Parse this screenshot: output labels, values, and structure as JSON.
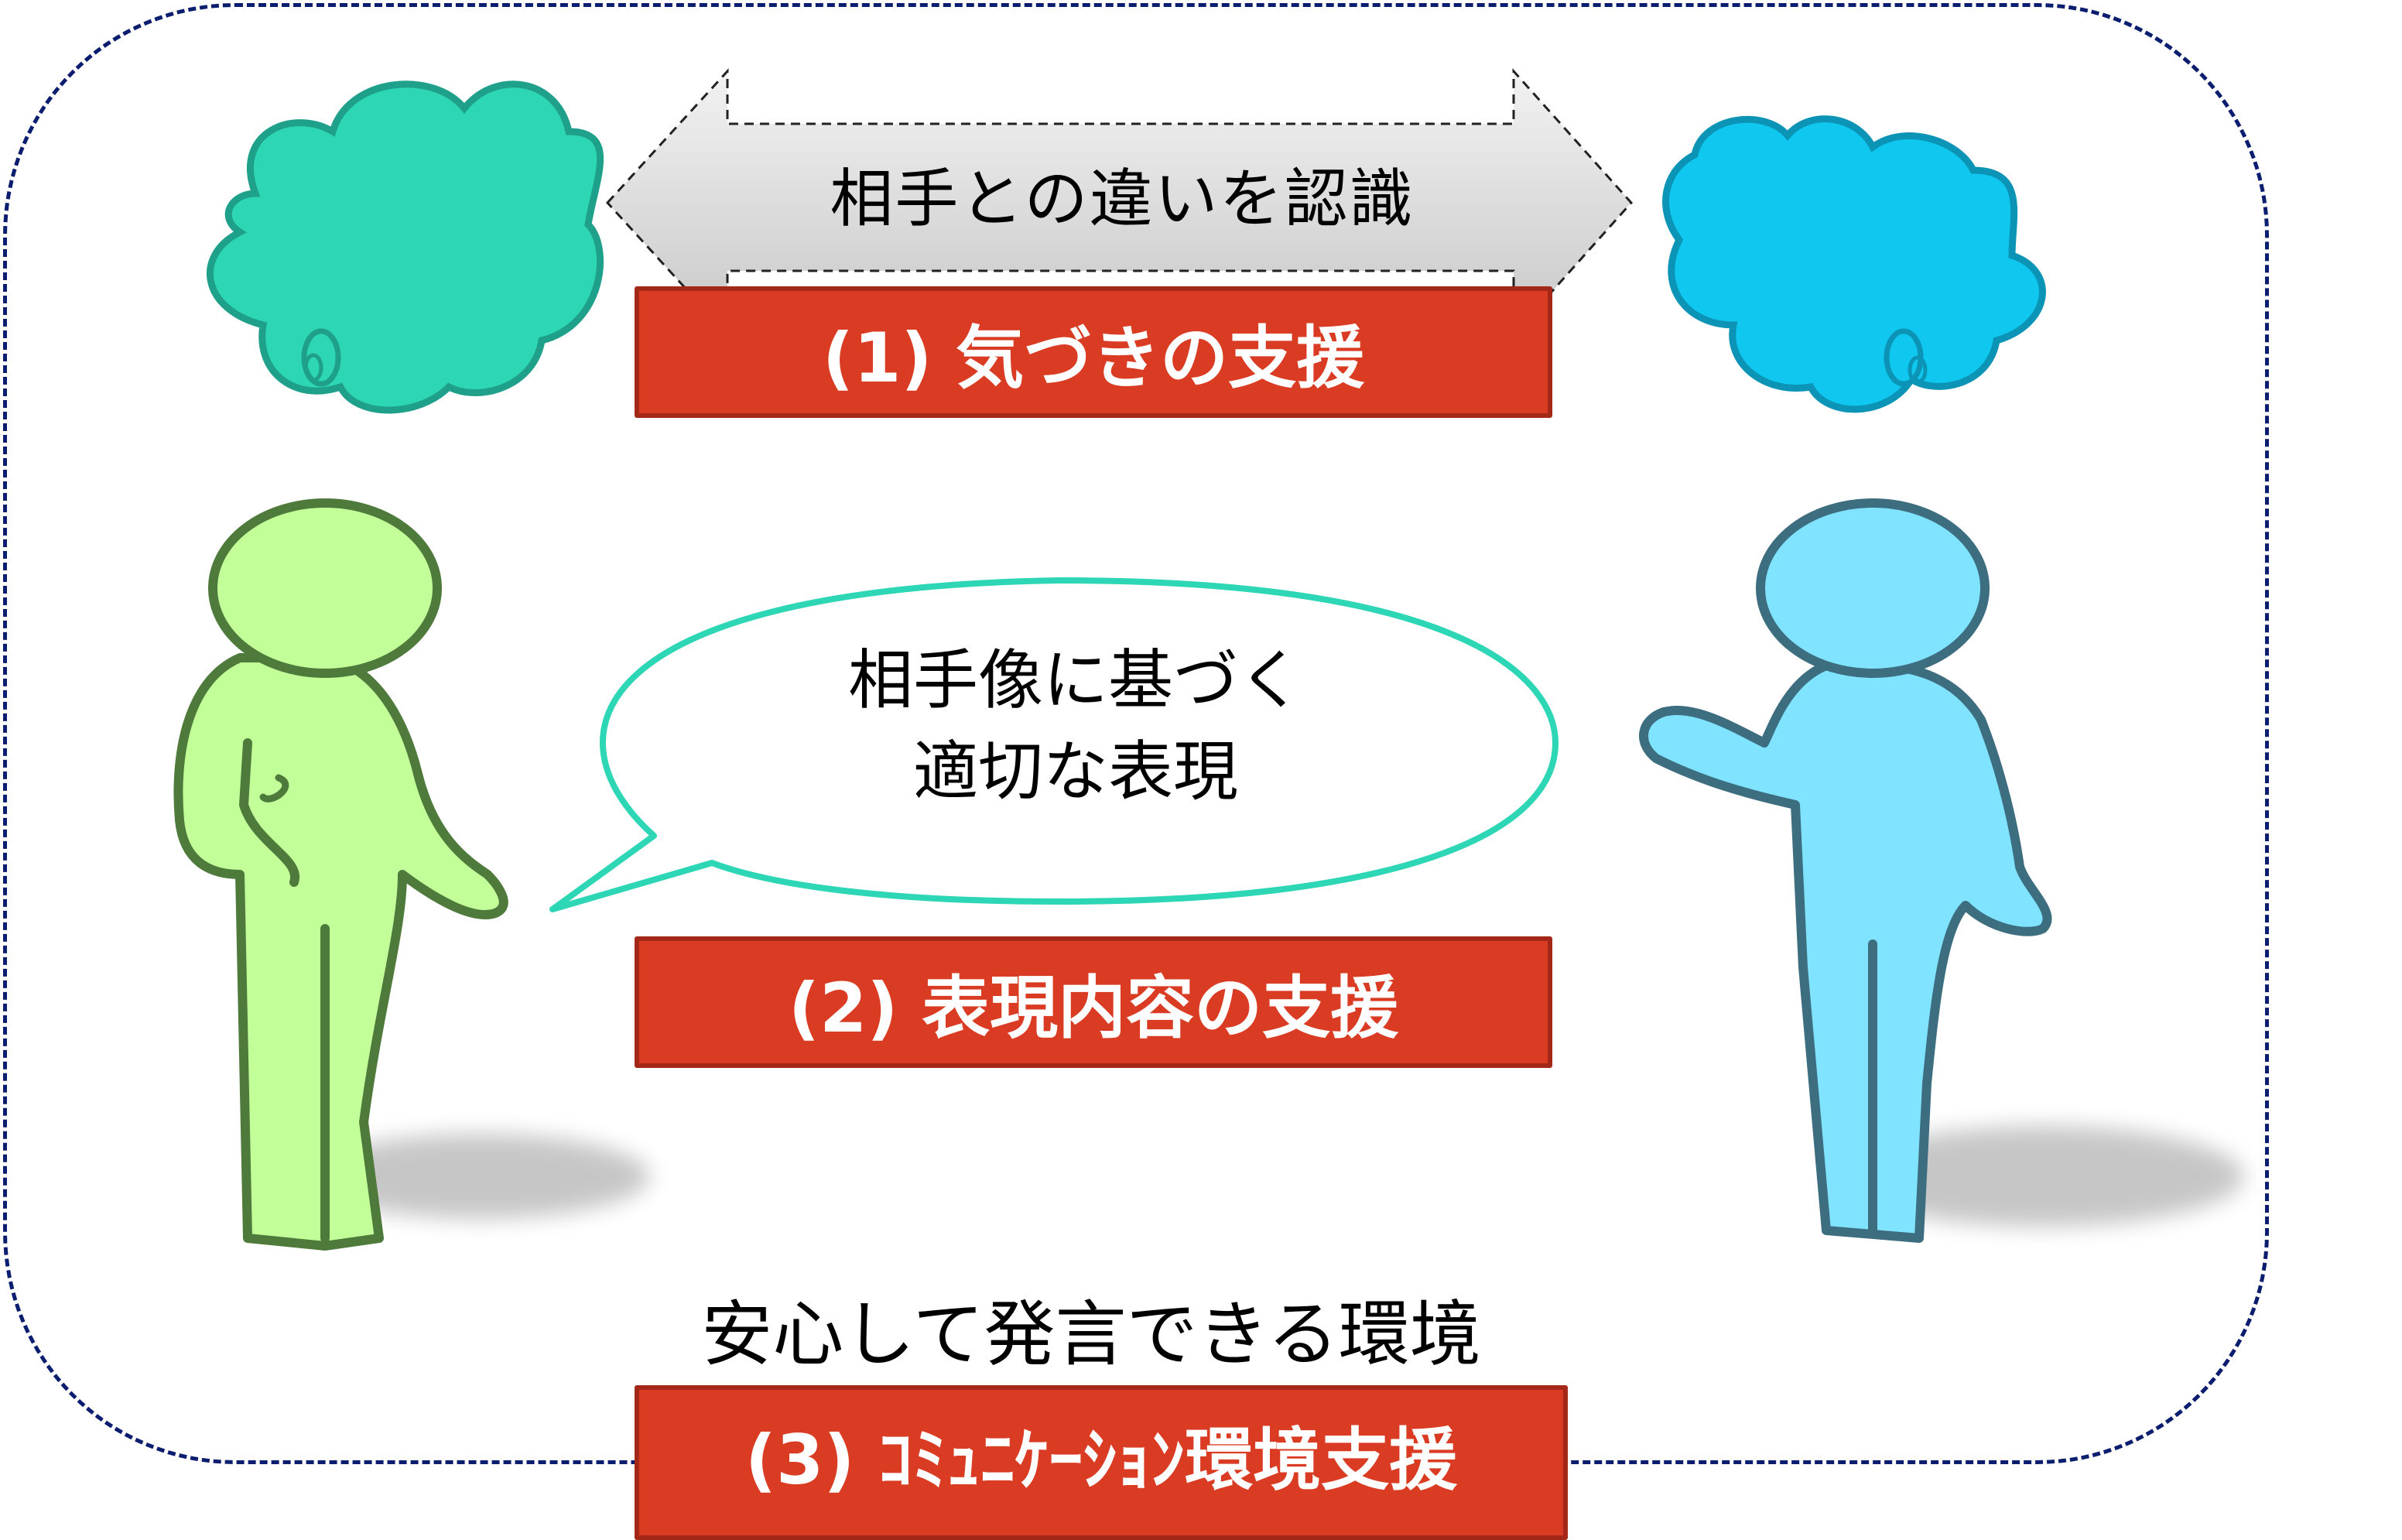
{
  "diagram": {
    "arrow": {
      "label": "相手との違いを認識",
      "direction": "bidirectional",
      "fill": "#d9d9d9"
    },
    "boxes": [
      {
        "id": 1,
        "label": "(1) 気づきの支援",
        "color": "#d93c23"
      },
      {
        "id": 2,
        "label": "(2) 表現内容の支援",
        "color": "#d93c23"
      },
      {
        "id": 3,
        "label": "(3) ｺﾐｭﾆｹｰｼｮﾝ環境支援",
        "color": "#d93c23"
      }
    ],
    "speech_bubble": {
      "line1": "相手像に基づく",
      "line2": "適切な表現",
      "border_color": "#2dd6b5"
    },
    "environment_label": "安心して発言できる環境",
    "thought_clouds": [
      {
        "side": "left",
        "fill": "#2dd6b5",
        "stroke": "#1fa08a"
      },
      {
        "side": "right",
        "fill": "#10c8ef",
        "stroke": "#0b94b5"
      }
    ],
    "people": [
      {
        "side": "left",
        "fill": "#c2ff99",
        "stroke": "#4e7a3c"
      },
      {
        "side": "right",
        "fill": "#80e3ff",
        "stroke": "#3c6e80"
      }
    ],
    "frame_color": "#0b1d6e"
  }
}
